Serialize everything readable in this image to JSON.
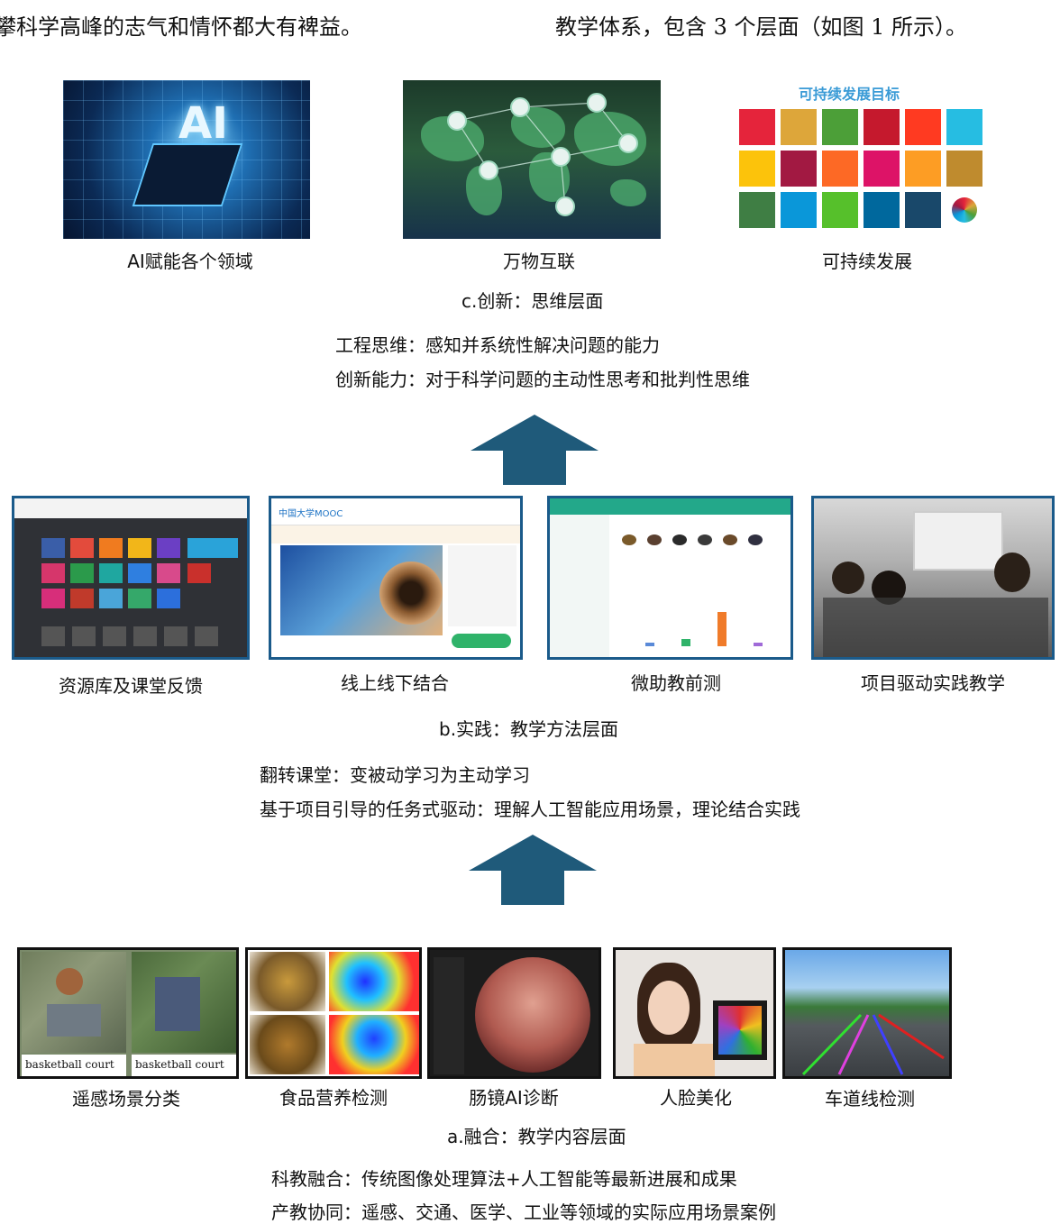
{
  "header": {
    "left_text": "攀科学高峰的志气和情怀都大有裨益。",
    "right_text": "教学体系，包含 3 个层面（如图 1 所示）。"
  },
  "layer_c": {
    "images": [
      {
        "caption": "AI赋能各个领域",
        "overlay_text": "AI"
      },
      {
        "caption": "万物互联"
      },
      {
        "caption": "可持续发展",
        "overlay_text": "可持续发展目标"
      }
    ],
    "title": "c.创新：思维层面",
    "lines": [
      "工程思维：感知并系统性解决问题的能力",
      "创新能力：对于科学问题的主动性思考和批判性思维"
    ]
  },
  "layer_b": {
    "images": [
      {
        "caption": "资源库及课堂反馈"
      },
      {
        "caption": "线上线下结合",
        "overlay_text": "中国大学MOOC"
      },
      {
        "caption": "微助教前测"
      },
      {
        "caption": "项目驱动实践教学"
      }
    ],
    "title": "b.实践：教学方法层面",
    "lines": [
      "翻转课堂：变被动学习为主动学习",
      "基于项目引导的任务式驱动：理解人工智能应用场景，理论结合实践"
    ]
  },
  "layer_a": {
    "images": [
      {
        "caption": "遥感场景分类",
        "overlay_labels": [
          "basketball court",
          "basketball court"
        ]
      },
      {
        "caption": "食品营养检测"
      },
      {
        "caption": "肠镜AI诊断"
      },
      {
        "caption": "人脸美化"
      },
      {
        "caption": "车道线检测"
      }
    ],
    "title": "a.融合：教学内容层面",
    "lines": [
      "科教融合：传统图像处理算法+人工智能等最新进展和成果",
      "产教协同：遥感、交通、医学、工业等领域的实际应用场景案例"
    ]
  },
  "colors": {
    "arrow": "#1f5a7a",
    "frame_blue": "#1a5a8a",
    "sdg": [
      "#e5243b",
      "#dda63a",
      "#4c9f38",
      "#c5192d",
      "#ff3a21",
      "#26bde2",
      "#fcc30b",
      "#a21942",
      "#fd6925",
      "#dd1367",
      "#fd9d24",
      "#bf8b2e",
      "#3f7e44",
      "#0a97d9",
      "#56c02b",
      "#00689d",
      "#19486a",
      "#ffffff"
    ]
  }
}
